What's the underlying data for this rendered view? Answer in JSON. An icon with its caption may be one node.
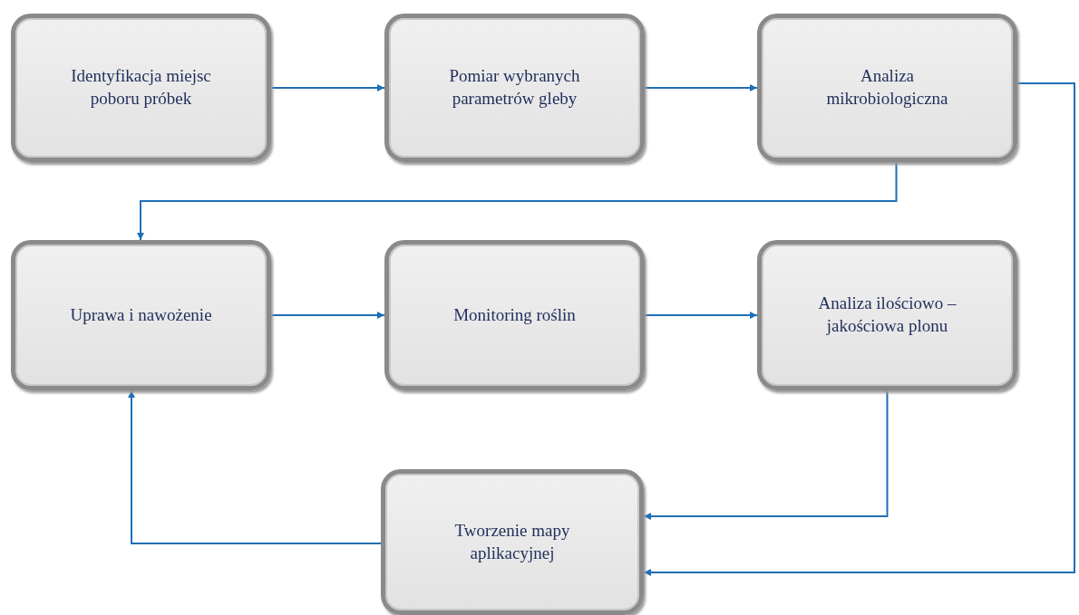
{
  "diagram": {
    "nodes": [
      {
        "text": [
          "Identyfikacja miejsc poboru próbek"
        ]
      },
      {
        "text": [
          "Pomiar wybranych parametrów gleby"
        ]
      },
      {
        "text": [
          "Analiza mikrobiologiczna"
        ]
      },
      {
        "text": [
          "Uprawa i nawożenie"
        ]
      },
      {
        "text": [
          "Monitoring roślin"
        ]
      },
      {
        "text": [
          "Analiza ilościowo – jakościowa plonu"
        ]
      },
      {
        "text": [
          "Tworzenie mapy aplikacyjnej"
        ]
      }
    ],
    "edges": [
      {
        "from": 0,
        "to": 1,
        "arrow": "to"
      },
      {
        "from": 1,
        "to": 2,
        "arrow": "to"
      },
      {
        "from": 2,
        "to": 3,
        "arrow": "to"
      },
      {
        "from": 3,
        "to": 4,
        "arrow": "to"
      },
      {
        "from": 4,
        "to": 5,
        "arrow": "to"
      },
      {
        "from": 5,
        "to": 6,
        "arrow": "to"
      },
      {
        "from": 6,
        "to": 3,
        "arrow": "to"
      },
      {
        "from": 2,
        "to": 6,
        "arrow": "to"
      }
    ]
  }
}
